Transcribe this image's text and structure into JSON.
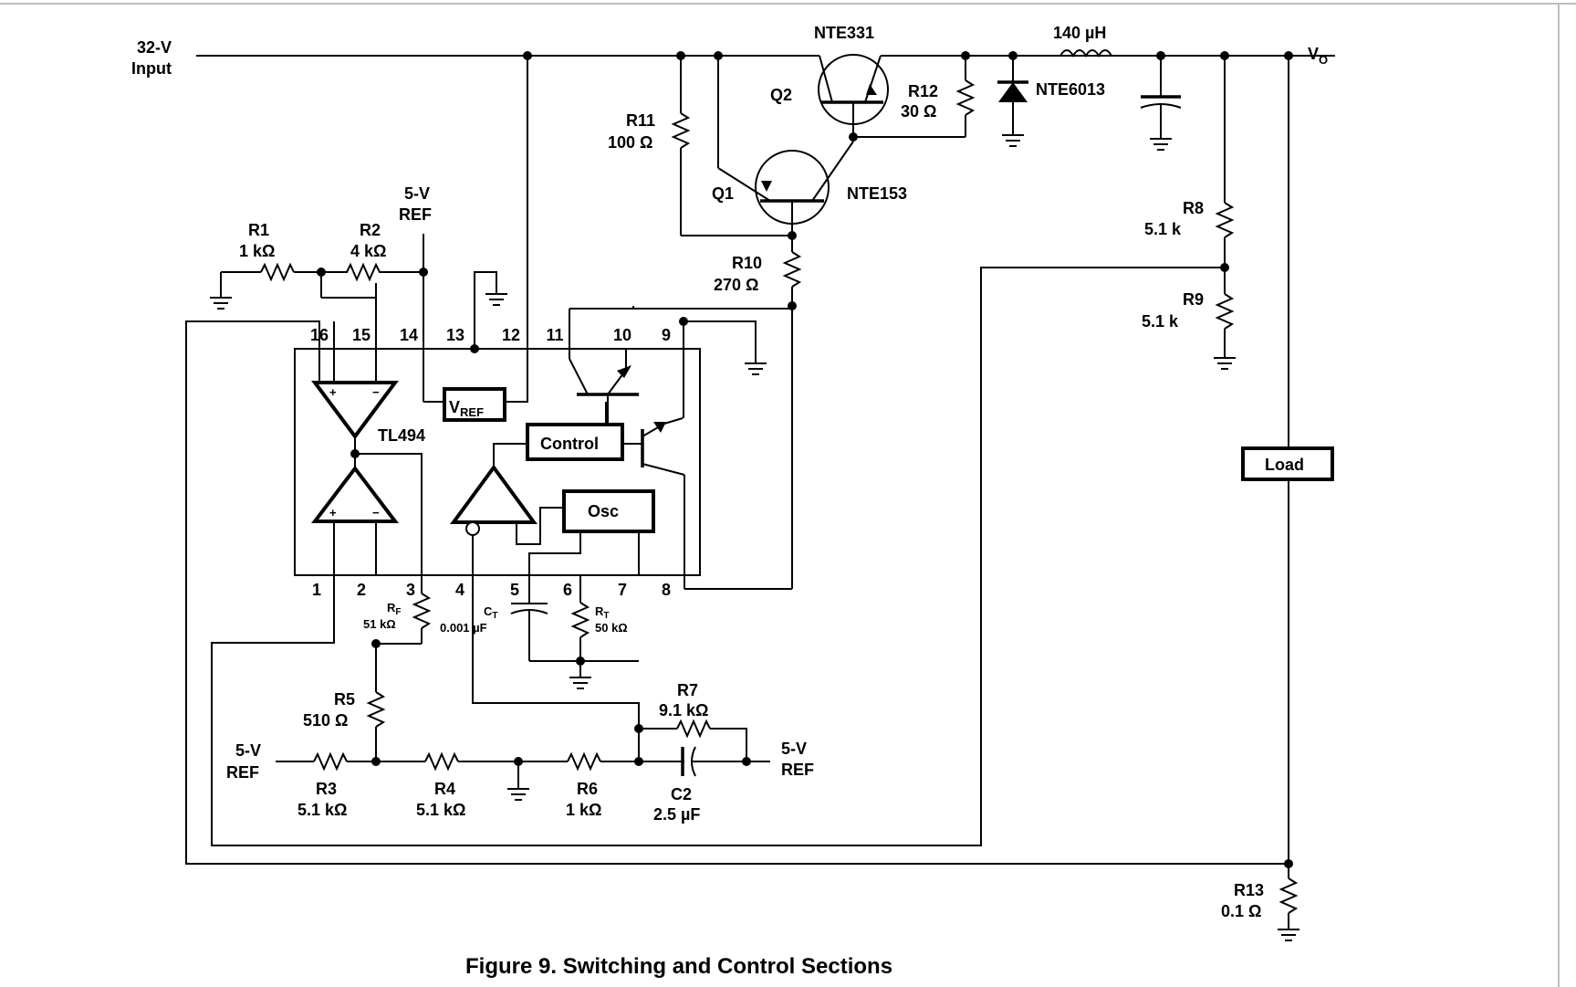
{
  "input": {
    "voltage": "32-V",
    "label": "Input"
  },
  "output": {
    "v": "V",
    "sub": "O"
  },
  "inductor": {
    "value": "140 µH"
  },
  "diode": {
    "part": "NTE6013"
  },
  "q2": {
    "name": "Q2",
    "part": "NTE331"
  },
  "q1": {
    "name": "Q1",
    "part": "NTE153"
  },
  "resistors": {
    "r1": {
      "name": "R1",
      "value": "1 kΩ"
    },
    "r2": {
      "name": "R2",
      "value": "4 kΩ"
    },
    "r3": {
      "name": "R3",
      "value": "5.1 kΩ"
    },
    "r4": {
      "name": "R4",
      "value": "5.1 kΩ"
    },
    "r5": {
      "name": "R5",
      "value": "510 Ω"
    },
    "r6": {
      "name": "R6",
      "value": "1 kΩ"
    },
    "r7": {
      "name": "R7",
      "value": "9.1 kΩ"
    },
    "r8": {
      "name": "R8",
      "value": "5.1 k"
    },
    "r9": {
      "name": "R9",
      "value": "5.1 k"
    },
    "r10": {
      "name": "R10",
      "value": "270 Ω"
    },
    "r11": {
      "name": "R11",
      "value": "100 Ω"
    },
    "r12": {
      "name": "R12",
      "value": "30 Ω"
    },
    "r13": {
      "name": "R13",
      "value": "0.1 Ω"
    },
    "rf": {
      "name": "R",
      "sub": "F",
      "value": "51 kΩ"
    },
    "rt": {
      "name": "R",
      "sub": "T",
      "value": "50 kΩ"
    }
  },
  "capacitors": {
    "ct": {
      "name": "C",
      "sub": "T",
      "value": "0.001 µF"
    },
    "c2": {
      "name": "C2",
      "value": "2.5 µF"
    }
  },
  "ref": {
    "voltage": "5-V",
    "label": "REF"
  },
  "ic": {
    "name": "TL494",
    "vref_main": "V",
    "vref_sub": "REF",
    "control": "Control",
    "osc": "Osc",
    "top_pins": [
      "16",
      "15",
      "14",
      "13",
      "12",
      "11",
      "10",
      "9"
    ],
    "bottom_pins": [
      "1",
      "2",
      "3",
      "4",
      "5",
      "6",
      "7",
      "8"
    ]
  },
  "load": "Load",
  "caption": "Figure 9.  Switching and Control Sections"
}
